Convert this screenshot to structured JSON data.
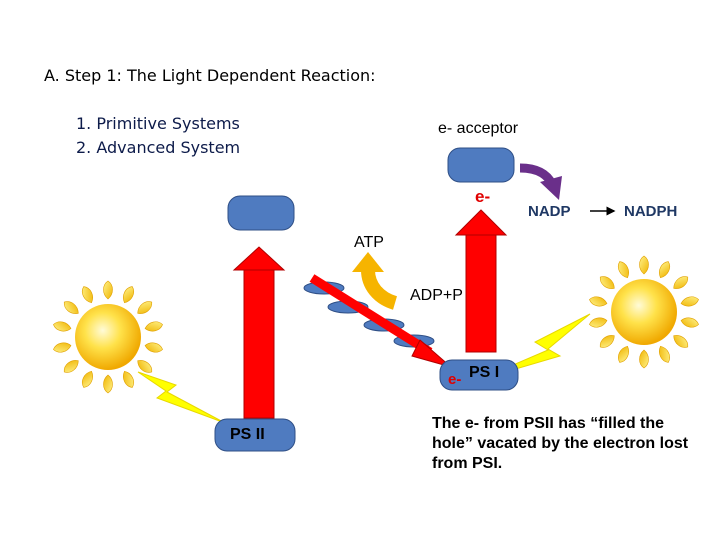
{
  "title": "A. Step 1: The Light Dependent Reaction:",
  "list": [
    "1. Primitive Systems",
    "2. Advanced System"
  ],
  "labels": {
    "acceptor": "e- acceptor",
    "electron_top": "e-",
    "nadp": "NADP",
    "nadph": "NADPH",
    "atp": "ATP",
    "adp": "ADP+P",
    "electron_ps1": "e-",
    "ps1": "PS I",
    "ps2": "PS II"
  },
  "note": "The e- from PSII has “filled the hole” vacated by the electron lost from PSI.",
  "colors": {
    "photosystem": "#4f7bc0",
    "arrow": "#ff0000",
    "atp_arrow": "#f6b400",
    "nadp_arrow": "#6a2f8a",
    "lightning": "#ffff00",
    "sun": "#f7c61e"
  },
  "icons": [
    "sun-icon",
    "lightning-icon"
  ]
}
